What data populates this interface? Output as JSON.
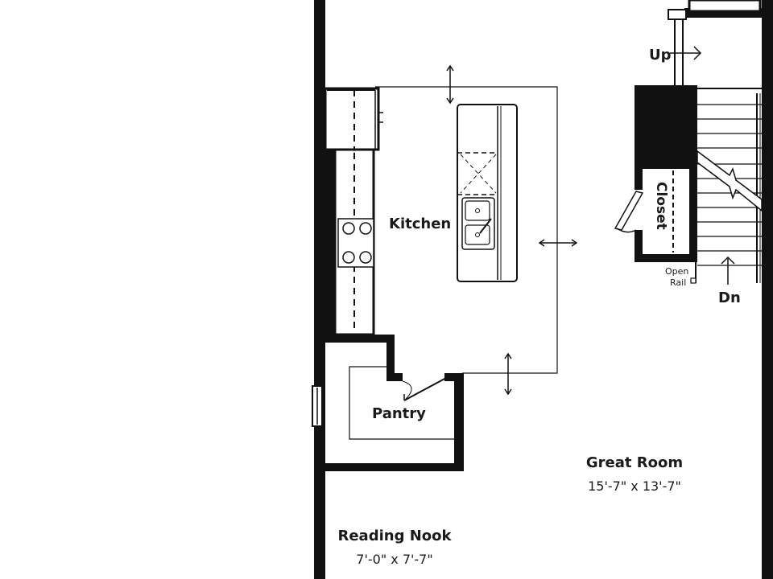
{
  "rooms": {
    "kitchen": {
      "name": "Kitchen"
    },
    "pantry": {
      "name": "Pantry"
    },
    "closet": {
      "name": "Closet"
    },
    "great_room": {
      "name": "Great Room",
      "dimensions": "15'-7\" x 13'-7\""
    },
    "reading_nook": {
      "name": "Reading Nook",
      "dimensions": "7'-0\" x 7'-7\""
    }
  },
  "stairs": {
    "up_label": "Up",
    "down_label": "Dn"
  },
  "railing": {
    "line1": "Open",
    "line2": "Rail"
  },
  "colors": {
    "wall": "#111111",
    "line": "#1a1a1a",
    "background": "#ffffff"
  }
}
